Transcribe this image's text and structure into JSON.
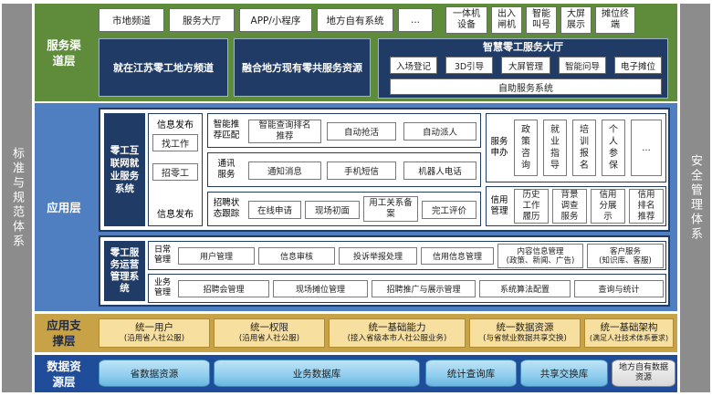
{
  "side_left": "标准与规范体系",
  "side_right": "安全管理体系",
  "colors": {
    "service_layer": "#5e8c3b",
    "app_layer": "#4f7fc0",
    "support_layer": "#c8a246",
    "data_layer": "#1f4d9a",
    "navy": "#1f3b66",
    "yellow_box": "#f7dfa0",
    "cylinder": "#8fcdee"
  },
  "service_layer": {
    "label": "服务渠道层",
    "channels_left": [
      "市地频道",
      "服务大厅",
      "APP/小程序",
      "地方自有系统",
      "..."
    ],
    "channels_right": [
      "一体机设备",
      "出入闸机",
      "智能叫号",
      "大屏展示",
      "摊位终端"
    ],
    "block1": "就在江苏零工地方频道",
    "block2": "融合地方现有零共服务资源",
    "hall": {
      "title": "智慧零工服务大厅",
      "items": [
        "入场登记",
        "3D引导",
        "大屏管理",
        "智能问导",
        "电子摊位"
      ],
      "self": "自助服务系统"
    }
  },
  "app_layer": {
    "label": "应用层",
    "ilebs": {
      "title": "零工互联网就业服务系统",
      "left_top": "信息发布",
      "left_items": [
        "找工作",
        "招零工"
      ],
      "left_bottom": "信息发布",
      "smart_label": "智能推荐匹配",
      "smart_items": [
        "智能查询排名推荐",
        "自动抢活",
        "自动派人"
      ],
      "notify_label": "通讯服务",
      "notify_items": [
        "通知消息",
        "手机短信",
        "机器人电话"
      ],
      "track_label": "招聘状态跟踪",
      "track_items": [
        "在线申请",
        "现场初面",
        "用工关系备案",
        "完工评价"
      ],
      "svc_label": "服务申办",
      "svc_items": [
        "政策咨询",
        "就业指导",
        "培训报名",
        "个人参保",
        "..."
      ],
      "credit_label": "信用管理",
      "credit_items": [
        "历史工作履历",
        "背景调查服务",
        "信用分展示",
        "信用排名推荐"
      ]
    },
    "ops": {
      "title": "零工服务运营管理系统",
      "daily_label": "日常管理",
      "daily_items": [
        "用户管理",
        "信息审核",
        "投诉举报处理",
        "信用信息管理",
        "内容信息管理\n(政策、新闻、广告)",
        "客户服务\n(知识库、客服)"
      ],
      "biz_label": "业务管理",
      "biz_items": [
        "招聘会管理",
        "现场摊位管理",
        "招聘推广与展示管理",
        "系统算法配置",
        "查询与统计"
      ]
    }
  },
  "support_layer": {
    "label": "应用支撑层",
    "items": [
      {
        "title": "统一用户",
        "sub": "(沿用省人社公服)"
      },
      {
        "title": "统一权限",
        "sub": "(沿用省人社公服)"
      },
      {
        "title": "统一基础能力",
        "sub": "(接入省级本市人社公服业务)"
      },
      {
        "title": "统一数据资源",
        "sub": "(与省就业数据共享交换)"
      },
      {
        "title": "统一基础架构",
        "sub": "(满足人社技术体系要求)"
      }
    ]
  },
  "data_layer": {
    "label": "数据资源层",
    "items": [
      "省数据资源",
      "业务数据库",
      "统计查询库",
      "共享交换库",
      "地方自有数据资源"
    ]
  }
}
